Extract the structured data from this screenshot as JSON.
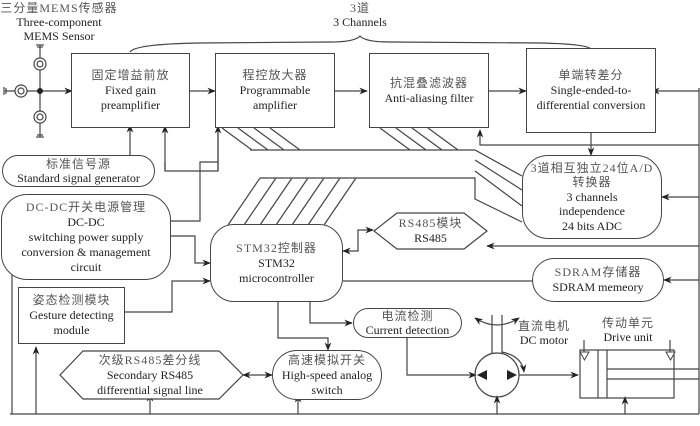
{
  "title_labels": {
    "sensor": {
      "zh": "三分量MEMS传感器",
      "en1": "Three-component",
      "en2": "MEMS Sensor"
    },
    "channels": {
      "zh": "3道",
      "en": "3 Channels"
    }
  },
  "blocks": {
    "preamp": {
      "zh": "固定增益前放",
      "en1": "Fixed gain",
      "en2": "preamplifier"
    },
    "pga": {
      "zh": "程控放大器",
      "en1": "Programmable",
      "en2": "amplifier"
    },
    "aaf": {
      "zh": "抗混叠滤波器",
      "en1": "Anti-aliasing filter"
    },
    "se2diff": {
      "zh": "单端转差分",
      "en1": "Single-ended-to-",
      "en2": "differential conversion"
    },
    "siggen": {
      "zh": "标准信号源",
      "en1": "Standard signal generator"
    },
    "adc": {
      "zh": "3道相互独立24位A/D",
      "zh2": "转换器",
      "en1": "3 channels",
      "en2": "independence",
      "en3": "24 bits ADC"
    },
    "dcdc": {
      "zh": "DC-DC开关电源管理",
      "en1": "DC-DC",
      "en2": "switching power supply",
      "en3": "conversion & management",
      "en4": "circuit"
    },
    "rs485": {
      "zh": "RS485模块",
      "en1": "RS485"
    },
    "mcu": {
      "zh": "STM32控制器",
      "en1": "STM32",
      "en2": "microcontroller"
    },
    "sdram": {
      "zh": "SDRAM存储器",
      "en1": "SDRAM memeory"
    },
    "gesture": {
      "zh": "姿态检测模块",
      "en1": "Gesture detecting",
      "en2": "module"
    },
    "current": {
      "zh": "电流检测",
      "en1": "Current detection"
    },
    "motor_label": {
      "zh": "直流电机",
      "en1": "DC motor"
    },
    "drive_label": {
      "zh": "传动单元",
      "en1": "Drive unit"
    },
    "rs485_2": {
      "zh": "次级RS485差分线",
      "en1": "Secondary RS485",
      "en2": "differential signal line"
    },
    "switch": {
      "zh": "高速模拟开关",
      "en1": "High-speed analog",
      "en2": "switch"
    }
  }
}
